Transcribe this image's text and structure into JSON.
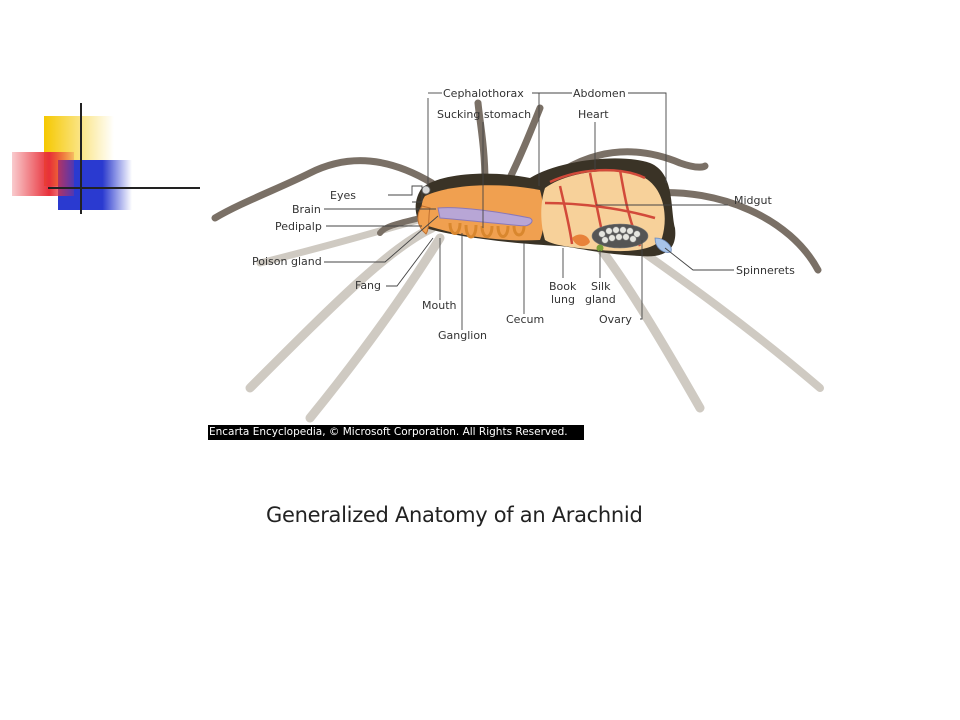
{
  "caption": "Generalized Anatomy of an Arachnid",
  "credit": "Encarta Encyclopedia, © Microsoft Corporation. All Rights Reserved.",
  "labels": {
    "cephalothorax": "Cephalothorax",
    "abdomen": "Abdomen",
    "sucking_stomach": "Sucking stomach",
    "heart": "Heart",
    "eyes": "Eyes",
    "brain": "Brain",
    "pedipalp": "Pedipalp",
    "poison_gland": "Poison gland",
    "fang": "Fang",
    "mouth": "Mouth",
    "ganglion": "Ganglion",
    "cecum": "Cecum",
    "book_lung_1": "Book",
    "book_lung_2": "lung",
    "silk_gland_1": "Silk",
    "silk_gland_2": "gland",
    "ovary": "Ovary",
    "midgut": "Midgut",
    "spinnerets": "Spinnerets"
  },
  "colors": {
    "deco_yellow": "#f5c800",
    "deco_red": "#e8303a",
    "deco_blue": "#2a3ad0",
    "leg_dark": "#7a7066",
    "leg_pale": "#cfcac2",
    "body_dark": "#3a3326",
    "organ_orange": "#f0a050",
    "organ_light": "#f7d19a",
    "vessel_red": "#d24a3a"
  }
}
